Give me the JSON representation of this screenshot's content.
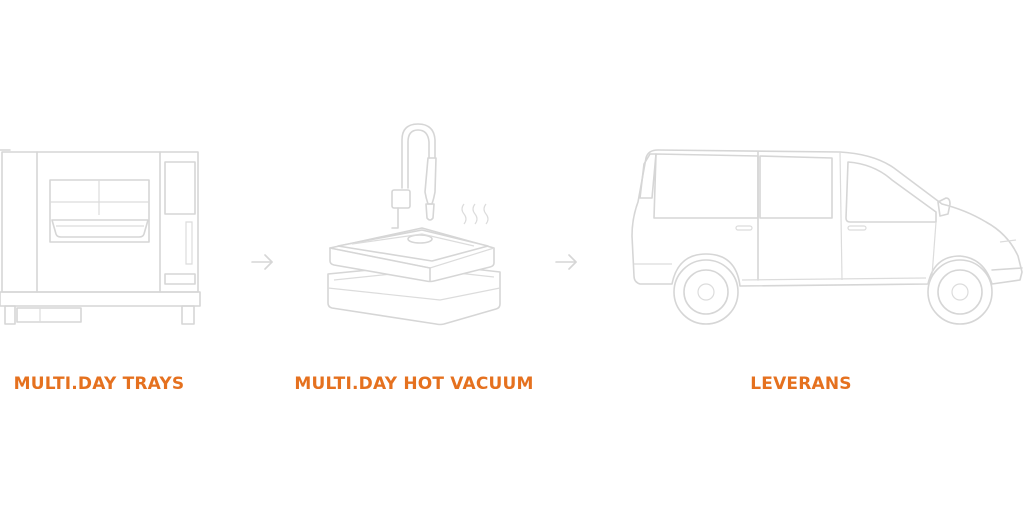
{
  "colors": {
    "label": "#e5711f",
    "line": "#d6d6d6",
    "background": "#ffffff"
  },
  "steps": [
    {
      "label": "MULTI.DAY TRAYS",
      "icon": "oven-icon"
    },
    {
      "label": "MULTI.DAY HOT VACUUM",
      "icon": "vacuum-tray-icon"
    },
    {
      "label": "LEVERANS",
      "icon": "delivery-van-icon"
    }
  ],
  "connectors": [
    {
      "icon": "arrow-right-icon"
    },
    {
      "icon": "arrow-right-icon"
    }
  ]
}
